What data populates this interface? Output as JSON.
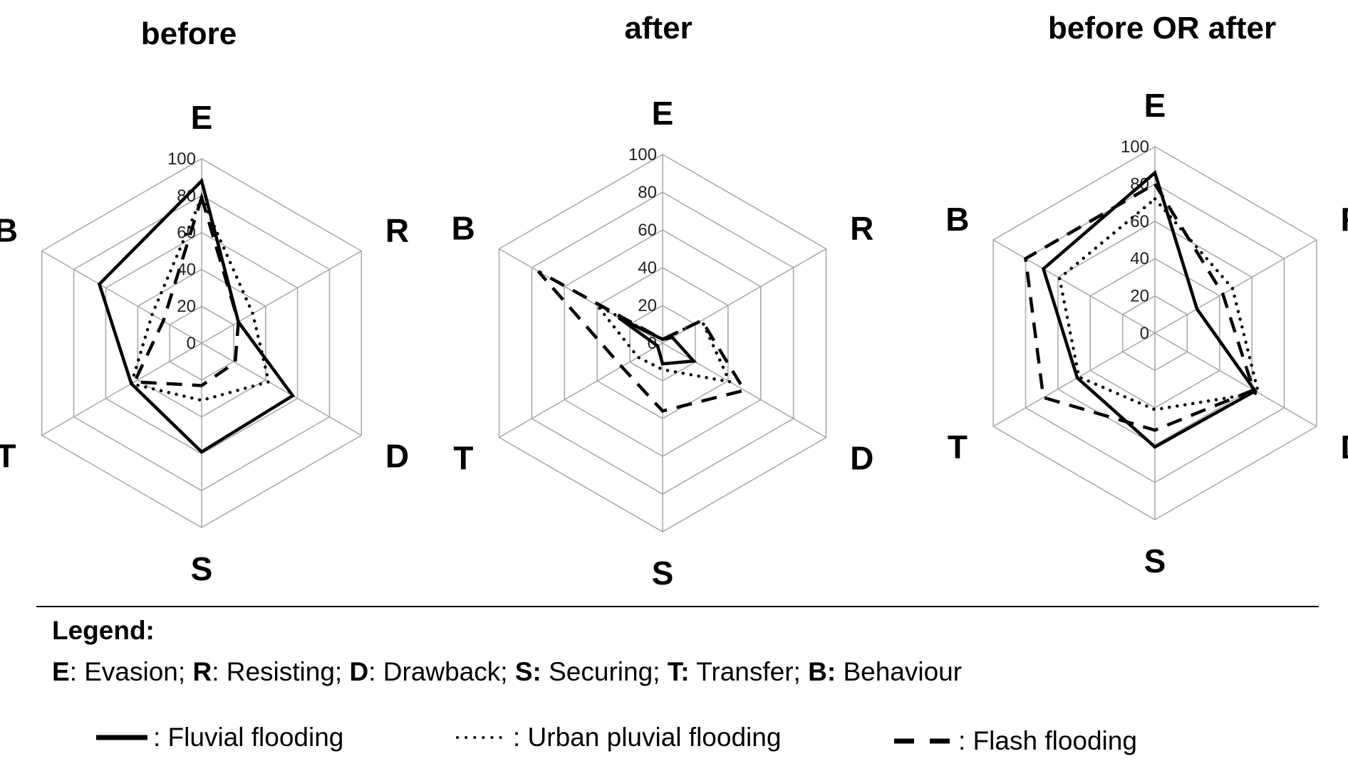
{
  "chart_data": [
    {
      "type": "radar",
      "title": "before",
      "axes": [
        "E",
        "R",
        "D",
        "S",
        "T",
        "B"
      ],
      "ticks": [
        "0",
        "20",
        "40",
        "60",
        "80",
        "100"
      ],
      "range": [
        0,
        100
      ],
      "grid": true,
      "series": [
        {
          "name": "Fluvial flooding",
          "style": "solid",
          "values": [
            88,
            23,
            57,
            59,
            44,
            64
          ]
        },
        {
          "name": "Urban pluvial flooding",
          "style": "dotted",
          "values": [
            79,
            32,
            42,
            31,
            44,
            31
          ]
        },
        {
          "name": "Flash flooding",
          "style": "dashed",
          "values": [
            79,
            23,
            21,
            23,
            42,
            24
          ]
        }
      ]
    },
    {
      "type": "radar",
      "title": "after",
      "axes": [
        "E",
        "R",
        "D",
        "S",
        "T",
        "B"
      ],
      "ticks": [
        "0",
        "20",
        "40",
        "60",
        "80",
        "100"
      ],
      "range": [
        0,
        100
      ],
      "grid": true,
      "series": [
        {
          "name": "Fluvial flooding",
          "style": "solid",
          "values": [
            2,
            6,
            19,
            11,
            3,
            27
          ]
        },
        {
          "name": "Urban pluvial flooding",
          "style": "dotted",
          "values": [
            2,
            24,
            41,
            14,
            15,
            40
          ]
        },
        {
          "name": "Flash flooding",
          "style": "dashed",
          "values": [
            2,
            24,
            50,
            36,
            25,
            76
          ]
        }
      ]
    },
    {
      "type": "radar",
      "title": "before OR after",
      "axes": [
        "E",
        "R",
        "D",
        "S",
        "T",
        "B"
      ],
      "ticks": [
        "0",
        "20",
        "40",
        "60",
        "80",
        "100"
      ],
      "range": [
        0,
        100
      ],
      "grid": true,
      "series": [
        {
          "name": "Fluvial flooding",
          "style": "solid",
          "values": [
            86,
            26,
            62,
            61,
            48,
            69
          ]
        },
        {
          "name": "Urban pluvial flooding",
          "style": "dotted",
          "values": [
            72,
            48,
            64,
            41,
            47,
            59
          ]
        },
        {
          "name": "Flash flooding",
          "style": "dashed",
          "values": [
            80,
            42,
            61,
            52,
            69,
            80
          ]
        }
      ]
    }
  ],
  "legend": {
    "title": "Legend:",
    "definitions": [
      {
        "key": "E",
        "sep": ": ",
        "text": "Evasion;"
      },
      {
        "key": "R",
        "sep": ": ",
        "text": "Resisting;"
      },
      {
        "key": "D",
        "sep": ": ",
        "text": "Drawback;"
      },
      {
        "key": "S:",
        "sep": " ",
        "text": "Securing;"
      },
      {
        "key": "T:",
        "sep": " ",
        "text": "Transfer;"
      },
      {
        "key": "B:",
        "sep": " ",
        "text": "Behaviour"
      }
    ],
    "keys": [
      {
        "style": "solid",
        "label": ": Fluvial flooding"
      },
      {
        "style": "dotted",
        "label": ": Urban pluvial flooding"
      },
      {
        "style": "dashed",
        "label": ": Flash flooding"
      }
    ]
  }
}
